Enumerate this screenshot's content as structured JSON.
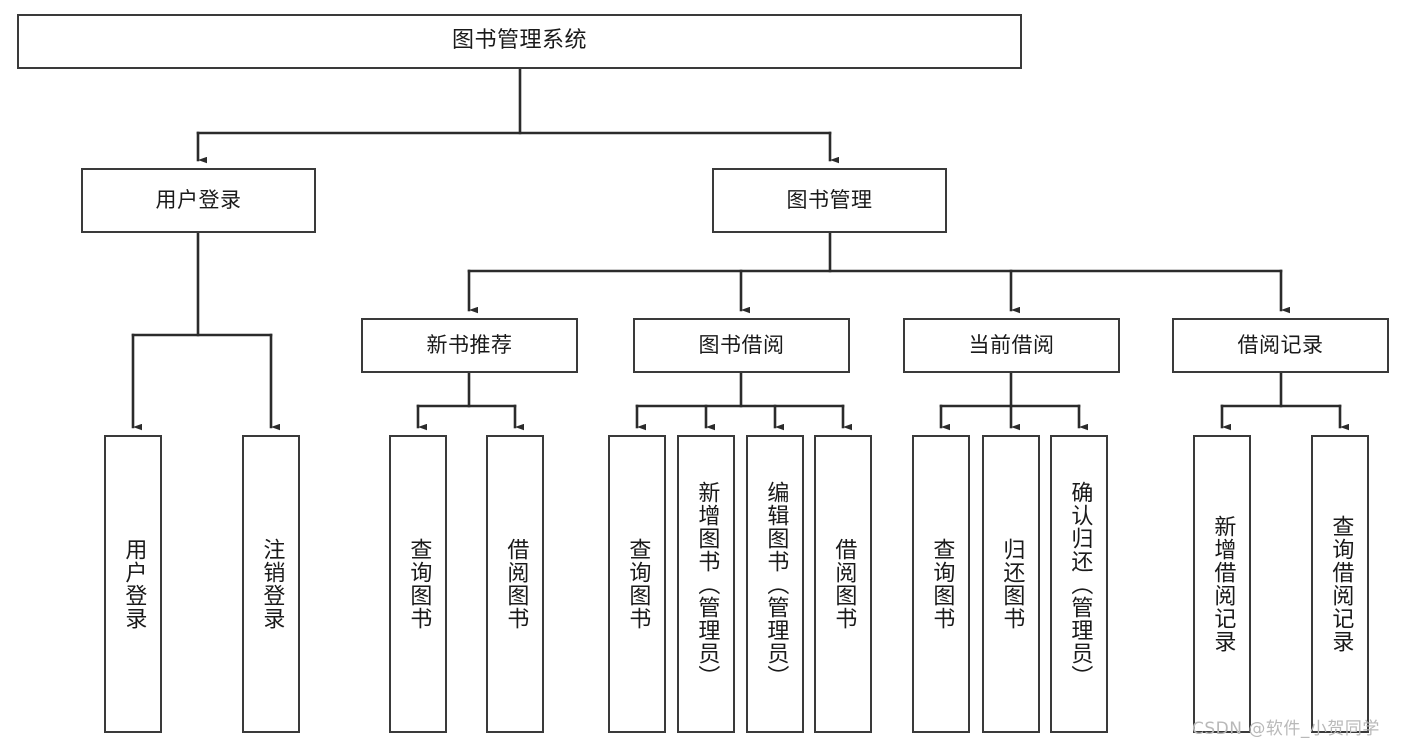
{
  "diagram": {
    "title": "图书管理系统",
    "type": "tree-hierarchy-diagram",
    "watermark": "CSDN @软件_小贺同学",
    "colors": {
      "box_border": "#3a3a3a",
      "box_fill": "#ffffff",
      "connector": "#2b2b2b",
      "text": "#1a1a1a",
      "watermark": "#b9b9b9",
      "background": "#ffffff"
    },
    "levels": {
      "level1": {
        "root_label": "图书管理系统"
      },
      "level2": [
        {
          "id": "user-login",
          "label": "用户登录"
        },
        {
          "id": "book-management",
          "label": "图书管理"
        }
      ],
      "level3": [
        {
          "id": "new-book-recommend",
          "label": "新书推荐",
          "parent": "book-management"
        },
        {
          "id": "book-borrow",
          "label": "图书借阅",
          "parent": "book-management"
        },
        {
          "id": "current-borrow",
          "label": "当前借阅",
          "parent": "book-management"
        },
        {
          "id": "borrow-record",
          "label": "借阅记录",
          "parent": "book-management"
        }
      ],
      "leaves": {
        "user-login": [
          {
            "id": "leaf-user-login",
            "label": "用户登录"
          },
          {
            "id": "leaf-logout",
            "label": "注销登录"
          }
        ],
        "new-book-recommend": [
          {
            "id": "leaf-query-book-1",
            "label": "查询图书"
          },
          {
            "id": "leaf-borrow-book-1",
            "label": "借阅图书"
          }
        ],
        "book-borrow": [
          {
            "id": "leaf-query-book-2",
            "label": "查询图书"
          },
          {
            "id": "leaf-add-book",
            "label": "新增图书（管理员）"
          },
          {
            "id": "leaf-edit-book",
            "label": "编辑图书（管理员）"
          },
          {
            "id": "leaf-borrow-book-2",
            "label": "借阅图书"
          }
        ],
        "current-borrow": [
          {
            "id": "leaf-query-book-3",
            "label": "查询图书"
          },
          {
            "id": "leaf-return-book",
            "label": "归还图书"
          },
          {
            "id": "leaf-confirm-return",
            "label": "确认归还（管理员）"
          }
        ],
        "borrow-record": [
          {
            "id": "leaf-add-record",
            "label": "新增借阅记录"
          },
          {
            "id": "leaf-query-record",
            "label": "查询借阅记录"
          }
        ]
      }
    }
  }
}
